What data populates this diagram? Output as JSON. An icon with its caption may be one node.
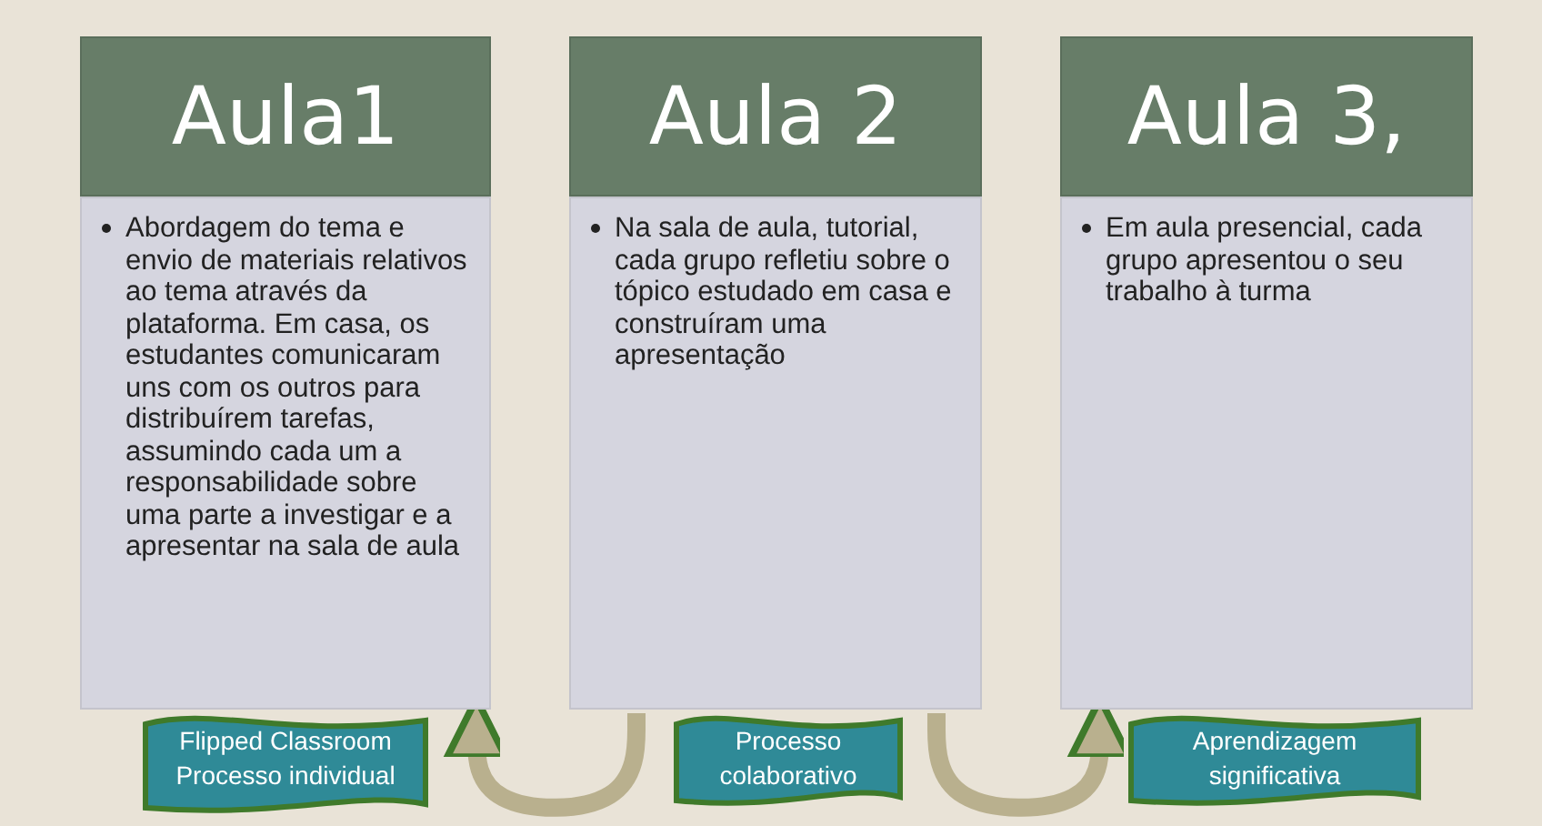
{
  "diagram": {
    "nodes": [
      {
        "text": [
          "Aula1"
        ]
      },
      {
        "text": [
          "Abordagem do tema e envio de materiais relativos ao tema através da plataforma. Em casa, os estudantes comunicaram uns com os outros para distribuírem tarefas, assumindo cada um a responsabilidade sobre uma parte a investigar e a apresentar na sala de aula"
        ]
      },
      {
        "text": [
          "Aula 2"
        ]
      },
      {
        "text": [
          "Na sala de aula, tutorial, cada grupo refletiu sobre o tópico estudado em casa e construíram uma apresentação"
        ]
      },
      {
        "text": [
          "Aula 3,"
        ]
      },
      {
        "text": [
          "Em aula presencial, cada grupo apresentou o seu trabalho à turma"
        ]
      },
      {
        "text": [
          "Flipped Classroom Processo individual"
        ]
      },
      {
        "text": [
          "Processo colaborativo"
        ]
      },
      {
        "text": [
          "Aprendizagem significativa"
        ]
      }
    ],
    "edges": [
      {
        "from": 3,
        "to": 1,
        "arrow": "to"
      },
      {
        "from": 3,
        "to": 5,
        "arrow": "to"
      }
    ]
  }
}
